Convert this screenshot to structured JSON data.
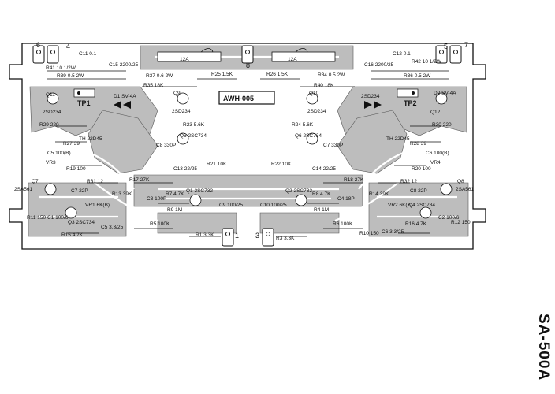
{
  "board": {
    "name": "AWH-005",
    "fuse_left": "12A",
    "fuse_right": "12A",
    "test_points": [
      "TP1",
      "TP2"
    ],
    "terminals": [
      "6",
      "4",
      "8",
      "5",
      "7",
      "1",
      "3"
    ]
  },
  "model": "SA-500A",
  "components": [
    "R41 10 1/2W",
    "R39 0.5 2W",
    "C11 0.1",
    "C15 2200/25",
    "R37 0.6 2W",
    "R35 18K",
    "R25 1.5K",
    "R26 1.5K",
    "R34 0.5 2W",
    "R40 18K",
    "C16 2200/25",
    "C12 0.1",
    "R42 10 1/2W",
    "R36 0.5 2W",
    "Q11",
    "2SD234",
    "D1 SV-4A",
    "Q9",
    "2SD234",
    "Q10",
    "2SD234",
    "D2 SV-4A",
    "Q12",
    "2SD234",
    "R29 220",
    "R23 5.6K",
    "Q5 2SC734",
    "C8 330P",
    "R24 5.6K",
    "Q6 2SC734",
    "C7 330P",
    "R30 220",
    "R27 39",
    "C5 100(B)",
    "VR3",
    "TH 22D45",
    "R28 39",
    "C6 100(B)",
    "VR4",
    "TH 22D45",
    "R19 100",
    "C13 22/25",
    "R21 10K",
    "R22 10K",
    "C14 22/25",
    "R20 100",
    "Q7",
    "2SA561",
    "R31 12",
    "R13 39K",
    "R17 27K",
    "Q1 2SC732",
    "C9 100/25",
    "C10 100/25",
    "Q2 2SC732",
    "R18 27K",
    "R14 39K",
    "R32 12",
    "Q8",
    "2SA561",
    "R7 4.7K",
    "R9 1M",
    "R8 4.7K",
    "R4 1M",
    "C3 100P",
    "C4 18P",
    "C7 22P",
    "C8 22P",
    "Q3 2SC734",
    "Q4 2SC734",
    "VR1 6K(B)",
    "VR2 6K(B)",
    "R11 150",
    "R12 150",
    "C1 100/6",
    "C2 100/6",
    "R15 4.7K",
    "R16 4.7K",
    "C5 3.3/25",
    "C6 3.3/25",
    "R5 100K",
    "R6 100K",
    "R1 3.3K",
    "R3 3.3K",
    "R10 150"
  ]
}
